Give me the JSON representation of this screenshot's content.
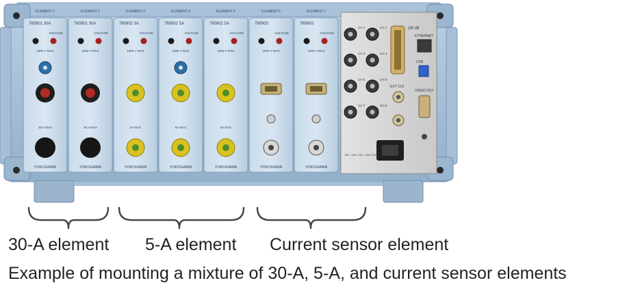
{
  "figure": {
    "modules": [
      {
        "header": "ELEMENT 1",
        "model": "760901 30A",
        "kind": "30A"
      },
      {
        "header": "ELEMENT 2",
        "model": "760901 30A",
        "kind": "30A"
      },
      {
        "header": "ELEMENT 3",
        "model": "760902 5A",
        "kind": "5A"
      },
      {
        "header": "ELEMENT 4",
        "model": "760902 5A",
        "kind": "5A"
      },
      {
        "header": "ELEMENT 5",
        "model": "760902 5A",
        "kind": "5A"
      },
      {
        "header": "ELEMENT 6",
        "model": "760903",
        "kind": "sensor"
      },
      {
        "header": "ELEMENT 7",
        "model": "760903",
        "kind": "sensor"
      }
    ],
    "module_labels": {
      "voltage": "VOLTAGE",
      "max_voltage": "1000 V MAX",
      "current_30a": "30 A MAX",
      "current_5a": "5A MAX",
      "brand": "YOKOGAWA"
    },
    "rear_panel": {
      "channels": [
        "CH 1",
        "CH 2",
        "CH 3",
        "CH 4",
        "CH 5",
        "CH 6",
        "CH 7",
        "CH 8"
      ],
      "gpib": "GP-IB",
      "ethernet": "ETHERNET",
      "usb": "USB",
      "ext_clk": "EXT CLK",
      "video_out": "VIDEO OUT",
      "power_rating": "100 - 120 / 220 - 240 V AC"
    }
  },
  "labels": {
    "group_30a": "30-A element",
    "group_5a": "5-A element",
    "group_sensor": "Current sensor element"
  },
  "caption": "Example of mounting a mixture of 30-A, 5-A, and current sensor elements"
}
